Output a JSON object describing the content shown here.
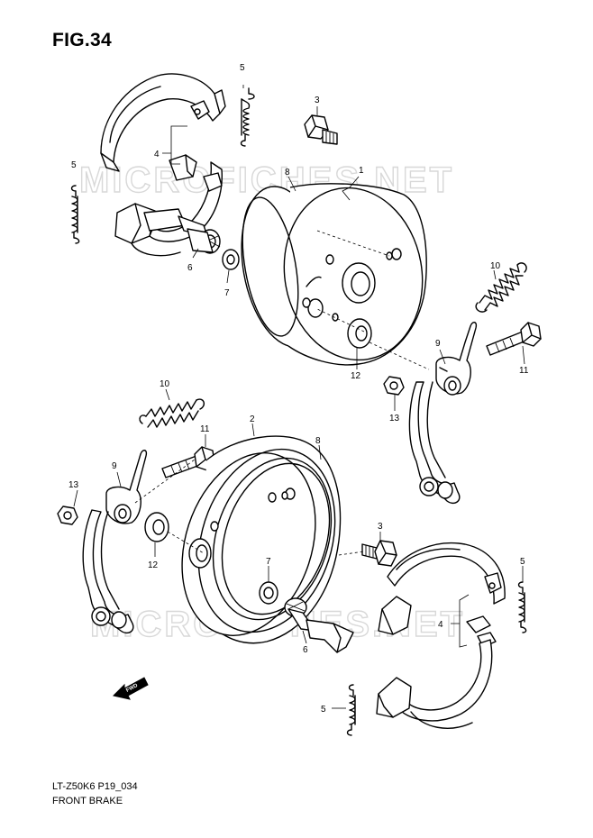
{
  "figure": {
    "title": "FIG.34"
  },
  "watermark": {
    "text": "MICROFICHES.NET"
  },
  "fwd_badge": {
    "text": "FWD"
  },
  "callouts": {
    "upper": {
      "n5_top": "5",
      "n3": "3",
      "n4": "4",
      "n8": "8",
      "n1": "1",
      "n5_left": "5",
      "n6": "6",
      "n7": "7",
      "n10": "10",
      "n9": "9",
      "n11": "11",
      "n12": "12",
      "n13": "13"
    },
    "lower": {
      "n10": "10",
      "n2": "2",
      "n11": "11",
      "n8": "8",
      "n13": "13",
      "n9": "9",
      "n3": "3",
      "n12": "12",
      "n7": "7",
      "n5_right": "5",
      "n4": "4",
      "n6": "6",
      "n5_bottom": "5"
    }
  },
  "footer": {
    "code": "LT-Z50K6 P19_034",
    "name": "FRONT BRAKE"
  }
}
